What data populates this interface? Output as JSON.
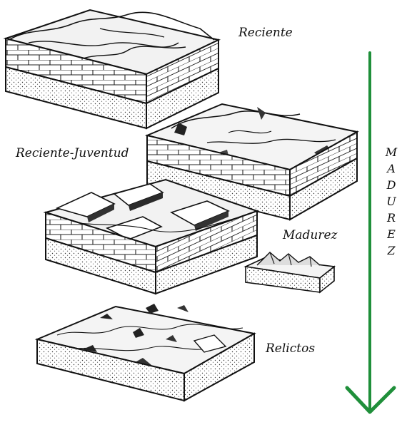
{
  "labels": {
    "stage_1": "Reciente",
    "stage_2": "Reciente-Juventud",
    "stage_3": "Madurez",
    "stage_4": "Relictos"
  },
  "vertical_label": [
    "M",
    "A",
    "D",
    "U",
    "R",
    "E",
    "Z"
  ],
  "colors": {
    "arrow": "#1f8f3a",
    "ink": "#1a1a1a",
    "paper": "#ffffff"
  },
  "icons": {
    "arrow": "down-arrow-icon"
  }
}
